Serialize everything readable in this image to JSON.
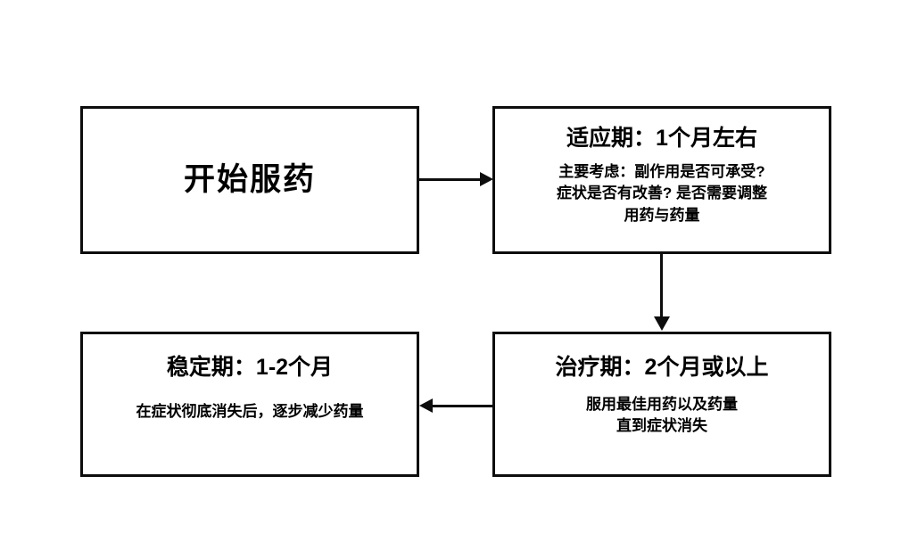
{
  "diagram": {
    "background_color": "#ffffff",
    "line_color": "#0d0d0d",
    "text_color": "#000000",
    "nodes": [
      {
        "id": "start",
        "title": "开始服药",
        "body": []
      },
      {
        "id": "adaptation",
        "title": "适应期：1个月左右",
        "body": [
          "主要考虑：副作用是否可承受?",
          "症状是否有改善? 是否需要调整",
          "用药与药量"
        ]
      },
      {
        "id": "stabilization",
        "title": "稳定期：1-2个月",
        "body": [
          "在症状彻底消失后，逐步减少药量"
        ]
      },
      {
        "id": "treatment",
        "title": "治疗期：2个月或以上",
        "body": [
          "服用最佳用药以及药量",
          "直到症状消失"
        ]
      }
    ],
    "edges": [
      {
        "id": "start-to-adaptation",
        "from": "start",
        "to": "adaptation",
        "direction": "right"
      },
      {
        "id": "adaptation-to-treatment",
        "from": "adaptation",
        "to": "treatment",
        "direction": "down"
      },
      {
        "id": "treatment-to-stabilization",
        "from": "treatment",
        "to": "stabilization",
        "direction": "left"
      }
    ]
  }
}
